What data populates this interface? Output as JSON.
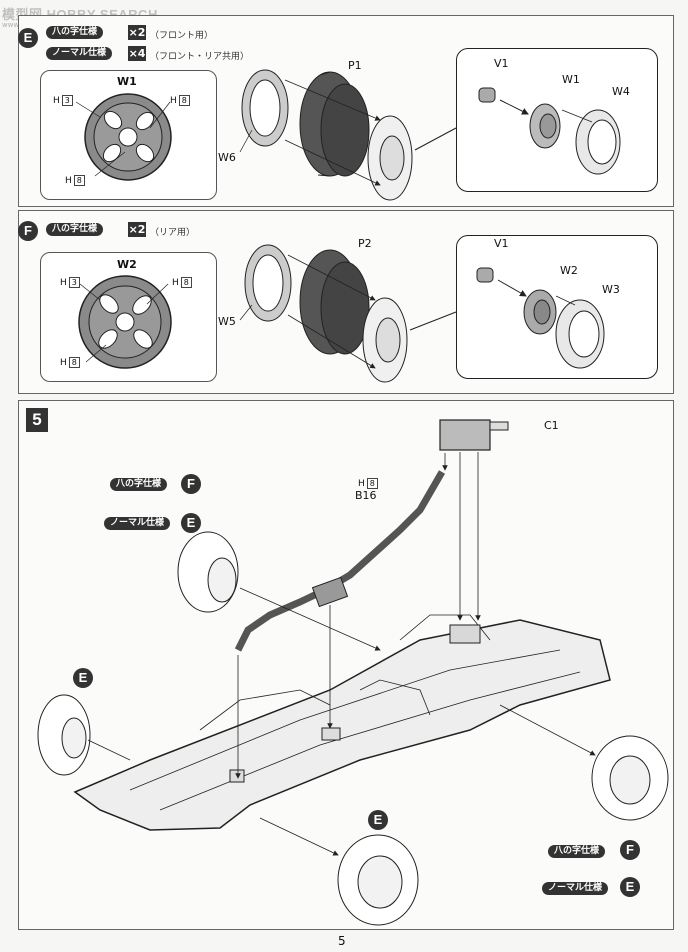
{
  "watermark": {
    "text": "模型网 HOBBY SEARCH",
    "sub": "www.hobbysearch.com"
  },
  "page_number": "5",
  "panel_e": {
    "marker": "E",
    "rows": [
      {
        "style": "八の字仕様",
        "qty": "×2",
        "note": "（フロント用）"
      },
      {
        "style": "ノーマル仕様",
        "qty": "×4",
        "note": "（フロント・リア共用）"
      }
    ],
    "wheel": {
      "name": "W1",
      "h_labels": [
        {
          "h": "H",
          "n": "3"
        },
        {
          "h": "H",
          "n": "8"
        },
        {
          "h": "H",
          "n": "8"
        }
      ]
    },
    "parts": {
      "tire": "P1",
      "insert": "W6"
    },
    "inset": {
      "cap": "V1",
      "wheel": "W1",
      "rim": "W4"
    }
  },
  "panel_f": {
    "marker": "F",
    "row": {
      "style": "八の字仕様",
      "qty": "×2",
      "note": "（リア用）"
    },
    "wheel": {
      "name": "W2",
      "h_labels": [
        {
          "h": "H",
          "n": "3"
        },
        {
          "h": "H",
          "n": "8"
        },
        {
          "h": "H",
          "n": "8"
        }
      ]
    },
    "parts": {
      "tire": "P2",
      "insert": "W5"
    },
    "inset": {
      "cap": "V1",
      "wheel": "W2",
      "rim": "W3"
    }
  },
  "step5": {
    "number": "5",
    "muffler": "C1",
    "pipe": {
      "h": "H",
      "n": "8",
      "name": "B16"
    },
    "legend_top": [
      {
        "style": "八の字仕様",
        "marker": "F"
      },
      {
        "style": "ノーマル仕様",
        "marker": "E"
      }
    ],
    "legend_bottom": [
      {
        "style": "八の字仕様",
        "marker": "F"
      },
      {
        "style": "ノーマル仕様",
        "marker": "E"
      }
    ],
    "wheel_markers": [
      "E",
      "E"
    ]
  }
}
